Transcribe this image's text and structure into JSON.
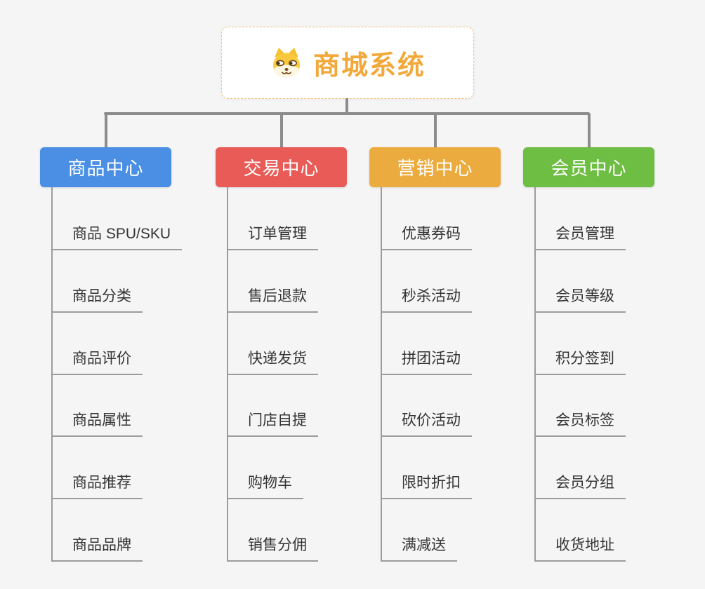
{
  "root": {
    "title": "商城系统",
    "icon": "shiba-dog-icon"
  },
  "branches": [
    {
      "label": "商品中心",
      "color": "#4a8fe4",
      "children": [
        "商品 SPU/SKU",
        "商品分类",
        "商品评价",
        "商品属性",
        "商品推荐",
        "商品品牌"
      ]
    },
    {
      "label": "交易中心",
      "color": "#e85b56",
      "children": [
        "订单管理",
        "售后退款",
        "快递发货",
        "门店自提",
        "购物车",
        "销售分佣"
      ]
    },
    {
      "label": "营销中心",
      "color": "#ebab3e",
      "children": [
        "优惠券码",
        "秒杀活动",
        "拼团活动",
        "砍价活动",
        "限时折扣",
        "满减送"
      ]
    },
    {
      "label": "会员中心",
      "color": "#6ebe44",
      "children": [
        "会员管理",
        "会员等级",
        "积分签到",
        "会员标签",
        "会员分组",
        "收货地址"
      ]
    }
  ],
  "colors": {
    "canvas_bg": "#f5f5f6",
    "root_accent": "#f2a93b",
    "root_border": "#f0c37e",
    "main_connector": "#8c8c8c",
    "leaf_connector": "#9c9c9c",
    "leaf_text": "#333333",
    "header_text": "#ffffff"
  }
}
